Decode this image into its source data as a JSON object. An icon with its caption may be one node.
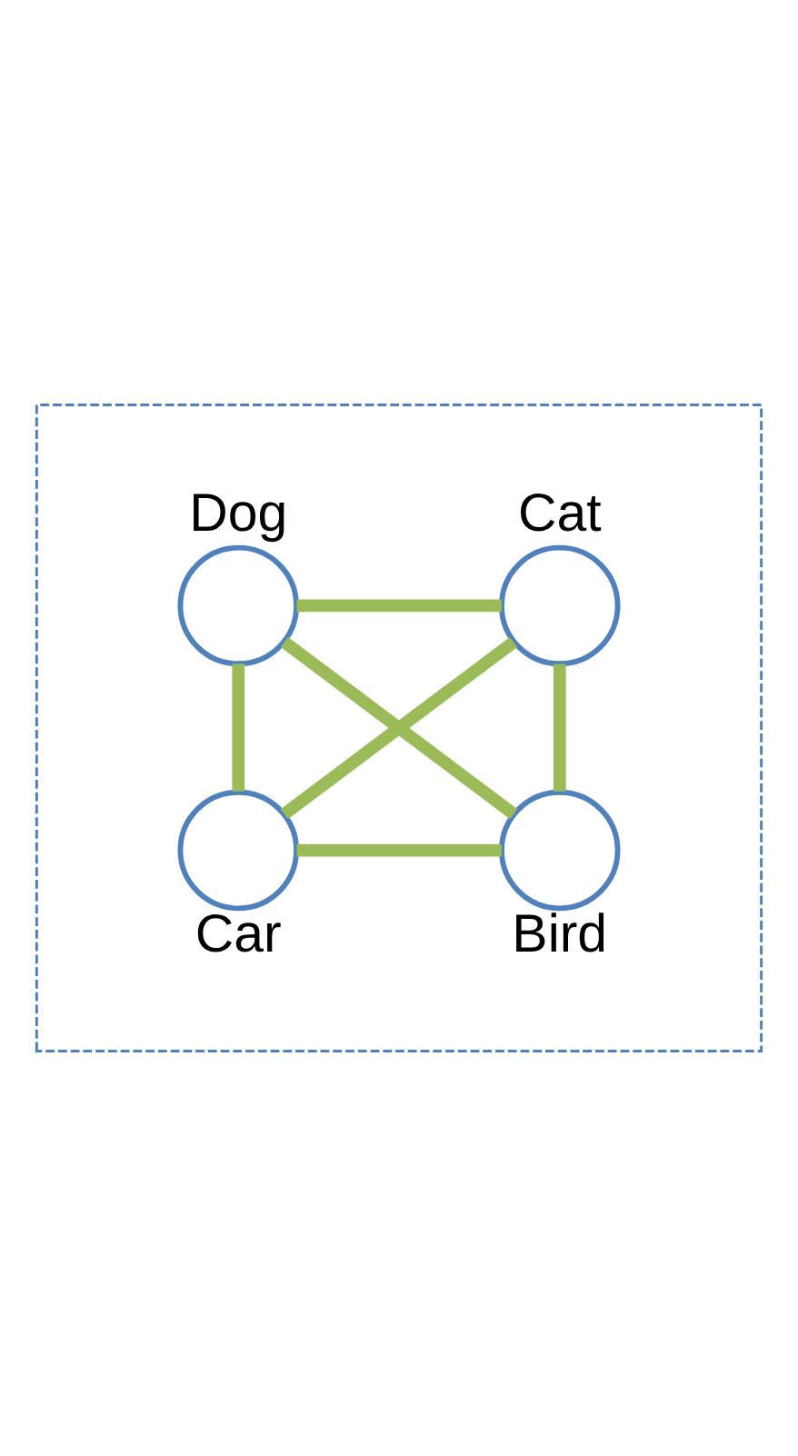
{
  "diagram": {
    "nodes": [
      {
        "text": [],
        "shape": "box"
      },
      {
        "text": [
          "Dog"
        ],
        "in": 0
      },
      {
        "text": [
          "Cat"
        ],
        "in": 0
      },
      {
        "text": [
          "Car"
        ],
        "in": 0
      },
      {
        "text": [
          "Bird"
        ],
        "in": 0
      }
    ],
    "edges": [
      {
        "from": 1,
        "to": 2,
        "arrow": "none"
      },
      {
        "from": 1,
        "to": 3,
        "arrow": "none"
      },
      {
        "from": 1,
        "to": 4,
        "arrow": "none"
      },
      {
        "from": 2,
        "to": 3,
        "arrow": "none"
      },
      {
        "from": 2,
        "to": 4,
        "arrow": "none"
      },
      {
        "from": 3,
        "to": 4,
        "arrow": "none"
      }
    ]
  }
}
